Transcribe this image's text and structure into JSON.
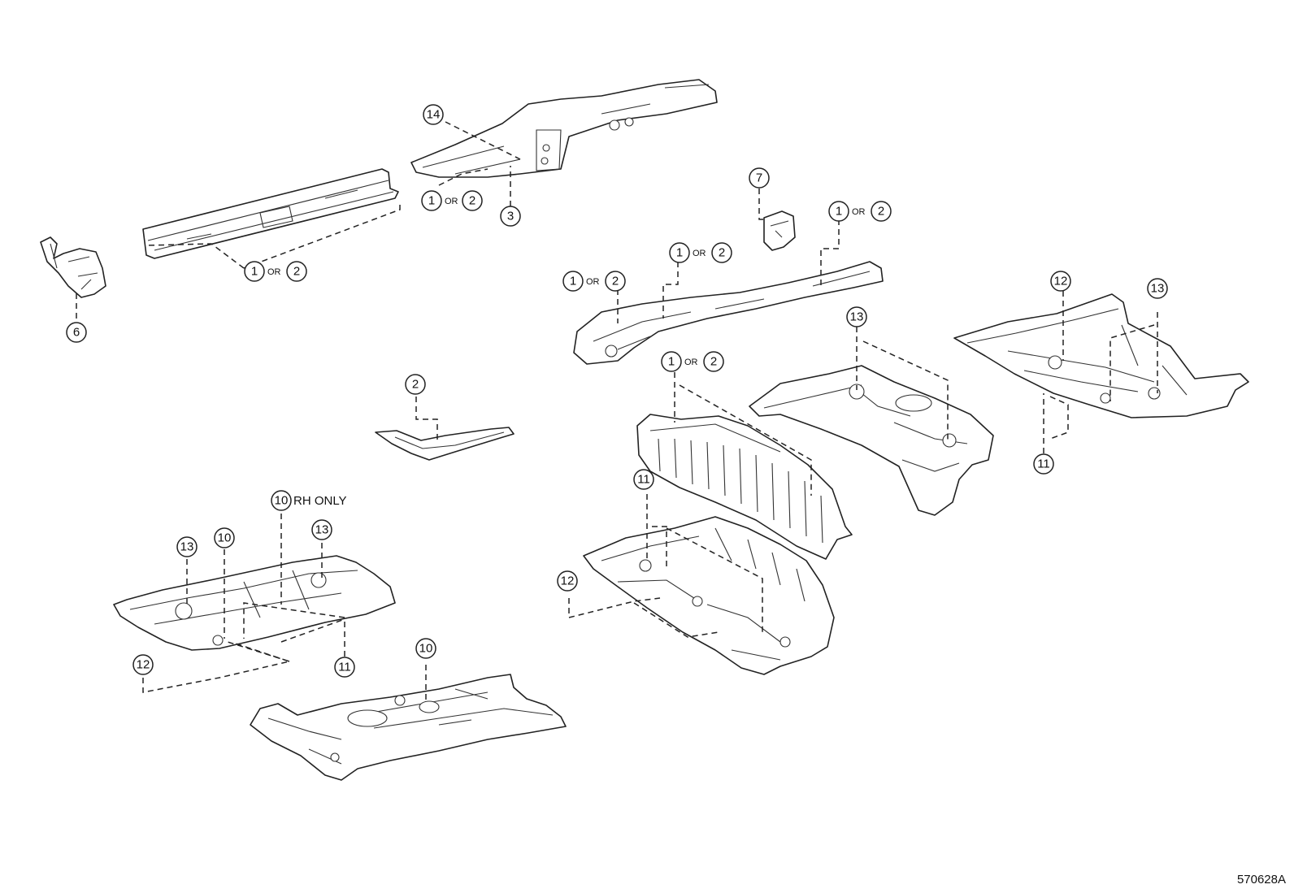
{
  "figure_code": "570628A",
  "or_label": "OR",
  "rh_only_label": "RH ONLY",
  "callouts": {
    "c1": "1",
    "c2": "2",
    "c3": "3",
    "c6": "6",
    "c7": "7",
    "c10": "10",
    "c11": "11",
    "c12": "12",
    "c13": "13",
    "c14": "14"
  }
}
